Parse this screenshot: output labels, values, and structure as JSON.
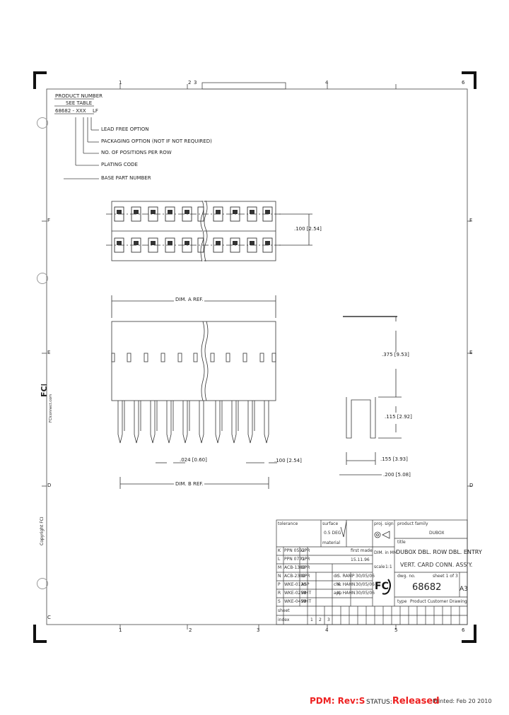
{
  "border": {
    "columns": [
      "1",
      "2",
      "3",
      "4",
      "5",
      "6"
    ],
    "rows": [
      "F",
      "E",
      "D",
      "C"
    ]
  },
  "legend": {
    "header": "PRODUCT NUMBER",
    "subheader": "SEE TABLE",
    "code": "68682 - XXX",
    "suffix": "LF",
    "items": [
      "LEAD FREE OPTION",
      "PACKAGING OPTION (NOT IF NOT REQUIRED)",
      "NO. OF POSITIONS PER ROW",
      "PLATING CODE",
      "BASE PART NUMBER"
    ]
  },
  "dims": {
    "pitch_top": ".100 [2.54]",
    "dim_a": "DIM. A REF.",
    "height": ".375 [9.53]",
    "pin_len": ".115 [2.92]",
    "pin_dia": ".024 [0.60]",
    "pitch_bottom": ".100 [2.54]",
    "contact_w": ".155 [3.93]",
    "row_w": ".200 [5.08]",
    "dim_b": "DIM. B REF."
  },
  "side_text": {
    "copyright": "Copyright FCI",
    "website": "FCIconnect.com"
  },
  "title_block": {
    "tolerance": "tolerance",
    "angle": "0.5 DEG",
    "surface": "surface",
    "proj": "proj. sign",
    "material": "material",
    "family": "product family",
    "family_value": "DUBOX",
    "title_label": "title",
    "title1": "DUBOX DBL. ROW DBL. ENTRY",
    "title2": "VERT. CARD CONN. ASS'Y.",
    "dwg_label": "dwg. no.",
    "dwg_no": "68682",
    "sheet": "sheet 1 of 3",
    "size": "A3",
    "type_label": "type",
    "type_value": "Product Customer Drawing",
    "scale": "scale",
    "scale_value": "1:1",
    "unit": "DIM. in MM",
    "first_made": "first made",
    "first_date": "15.11.96",
    "revisions": [
      {
        "rev": "S",
        "ecn": "WKE-0459",
        "by": "WHT"
      },
      {
        "rev": "R",
        "ecn": "WKE-0258",
        "by": "WHT"
      },
      {
        "rev": "P",
        "ecn": "WKE-0120",
        "by": "ASP"
      },
      {
        "rev": "N",
        "ecn": "ACB-2300",
        "by": "GPR"
      },
      {
        "rev": "M",
        "ecn": "ACB-1380",
        "by": "GPR"
      },
      {
        "rev": "L",
        "ecn": "PPN 0771",
        "by": "GPR"
      },
      {
        "rev": "K",
        "ecn": "PPN 0552",
        "by": "GPR"
      }
    ],
    "approvals": [
      {
        "role": "dr.",
        "name": "S. RAMP",
        "date": "30/05/06"
      },
      {
        "role": "chk",
        "name": "K. HAHN",
        "date": "30/05/06"
      },
      {
        "role": "app",
        "name": "K. HAHN",
        "date": "30/05/06"
      }
    ],
    "sheet_row": [
      "1",
      "2",
      "3"
    ],
    "sheet_label": "sheet",
    "index_label": "index"
  },
  "footer": {
    "pdm_label": "PDM: Rev:",
    "pdm_rev": "S",
    "status_label": "STATUS:",
    "status_value": "Released",
    "printed": "Printed: Feb 20 2010"
  }
}
